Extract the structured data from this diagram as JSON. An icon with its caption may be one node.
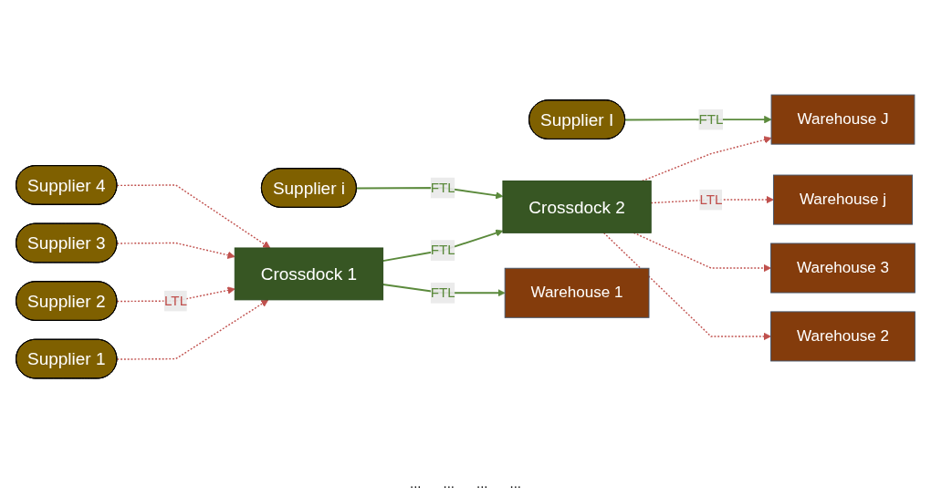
{
  "diagram": {
    "nodes": [
      {
        "text": [
          "Supplier 1"
        ]
      },
      {
        "text": [
          "Supplier 2"
        ]
      },
      {
        "text": [
          "Supplier 3"
        ]
      },
      {
        "text": [
          "Supplier 4"
        ]
      },
      {
        "text": [
          "Supplier i"
        ]
      },
      {
        "text": [
          "Supplier I"
        ]
      },
      {
        "text": [
          "Crossdock 1"
        ]
      },
      {
        "text": [
          "Crossdock 2"
        ]
      },
      {
        "text": [
          "Warehouse 1"
        ]
      },
      {
        "text": [
          "Warehouse 2"
        ]
      },
      {
        "text": [
          "Warehouse 3"
        ]
      },
      {
        "text": [
          "Warehouse j"
        ]
      },
      {
        "text": [
          "Warehouse J"
        ]
      }
    ],
    "edges": [
      {
        "from": 0,
        "to": 6,
        "arrow": "to",
        "style": "dashed"
      },
      {
        "from": 1,
        "to": 6,
        "arrow": "to",
        "style": "dashed",
        "label": "LTL"
      },
      {
        "from": 2,
        "to": 6,
        "arrow": "to",
        "style": "dashed"
      },
      {
        "from": 3,
        "to": 6,
        "arrow": "to",
        "style": "dashed"
      },
      {
        "from": 6,
        "to": 8,
        "arrow": "to",
        "label": "FTL",
        "color": "#5b8a3c"
      },
      {
        "from": 6,
        "to": 7,
        "arrow": "to",
        "label": "FTL",
        "color": "#5b8a3c"
      },
      {
        "from": 4,
        "to": 7,
        "arrow": "to",
        "label": "FTL",
        "color": "#5b8a3c"
      },
      {
        "from": 5,
        "to": 12,
        "arrow": "to",
        "label": "FTL",
        "color": "#5b8a3c"
      },
      {
        "from": 7,
        "to": 9,
        "arrow": "to",
        "style": "dashed"
      },
      {
        "from": 7,
        "to": 10,
        "arrow": "to",
        "style": "dashed"
      },
      {
        "from": 7,
        "to": 11,
        "arrow": "to",
        "style": "dashed",
        "label": "LTL"
      },
      {
        "from": 7,
        "to": 12,
        "arrow": "to",
        "style": "dashed"
      }
    ],
    "labels": [
      "...",
      "...",
      "...",
      "..."
    ]
  }
}
